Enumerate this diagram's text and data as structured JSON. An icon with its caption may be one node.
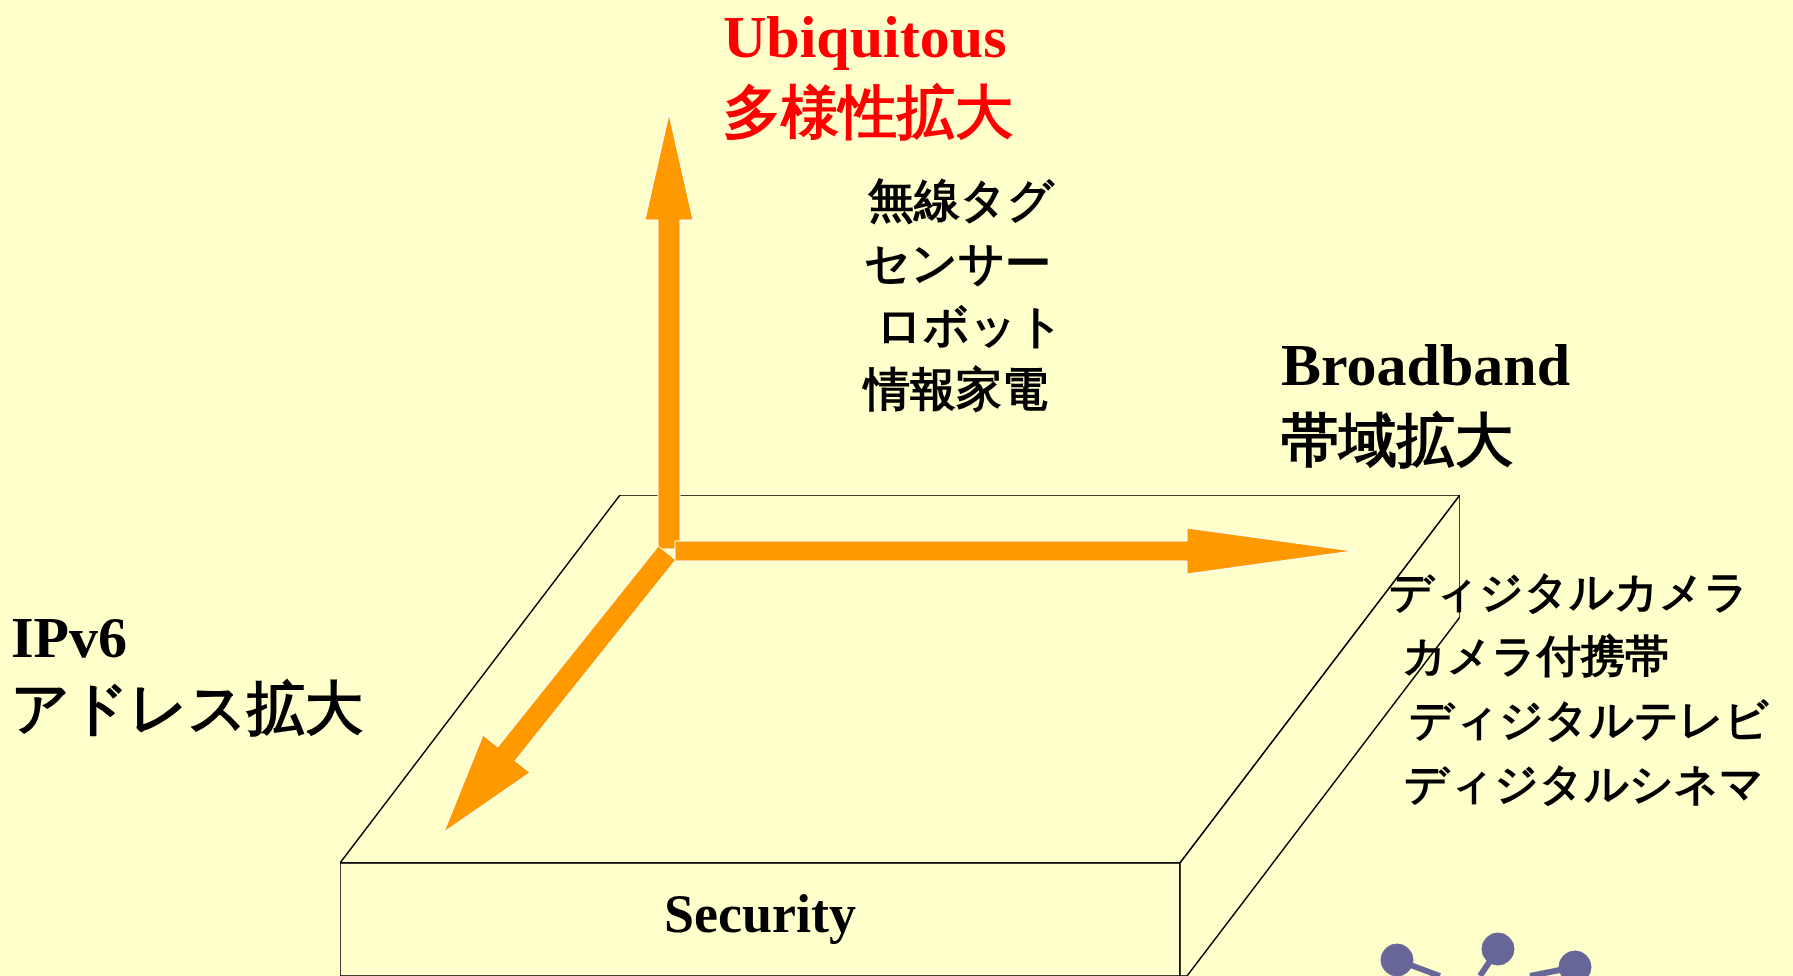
{
  "diagram": {
    "nodes": [
      {
        "text": [
          "Security"
        ]
      }
    ],
    "edges": [],
    "labels": [
      "Ubiquitous",
      "多様性拡大",
      "無線タグ",
      "センサー",
      "ロボット",
      "情報家電",
      "Broadband",
      "帯域拡大",
      "IPv6",
      "アドレス拡大",
      "ディジタルカメラ",
      "カメラ付携帯",
      "ディジタルテレビ",
      "ディジタルシネマ"
    ]
  }
}
